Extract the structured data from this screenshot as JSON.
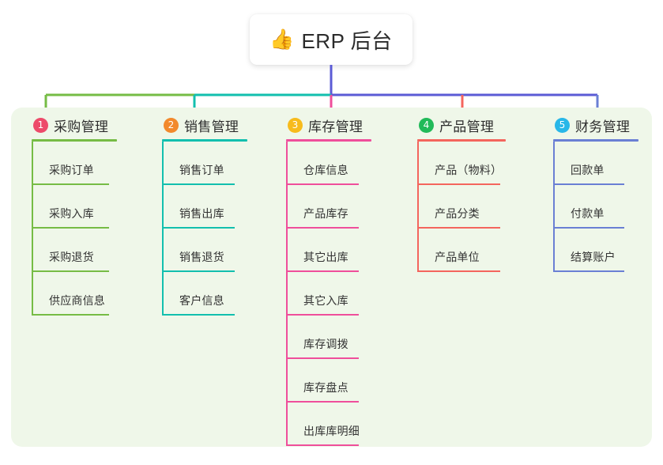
{
  "page": {
    "background_color": "#ffffff",
    "panel_color": "#eff7e9"
  },
  "root": {
    "icon": "thumbs-up-emoji",
    "emoji": "👍",
    "title": "ERP 后台",
    "card_color": "#ffffff",
    "trunk_color": "#5b5bd6"
  },
  "bus": {
    "segments": [
      {
        "color": "#76bc45"
      },
      {
        "color": "#12bfae"
      },
      {
        "color": "#5b5bd6"
      }
    ]
  },
  "columns": [
    {
      "number": "1",
      "title": "采购管理",
      "badge_color": "#ed4a6a",
      "line_color": "#76bc45",
      "items": [
        {
          "label": "采购订单"
        },
        {
          "label": "采购入库"
        },
        {
          "label": "采购退货"
        },
        {
          "label": "供应商信息"
        }
      ]
    },
    {
      "number": "2",
      "title": "销售管理",
      "badge_color": "#f2892c",
      "line_color": "#12bfae",
      "items": [
        {
          "label": "销售订单"
        },
        {
          "label": "销售出库"
        },
        {
          "label": "销售退货"
        },
        {
          "label": "客户信息"
        }
      ]
    },
    {
      "number": "3",
      "title": "库存管理",
      "badge_color": "#f7bb1c",
      "line_color": "#ef4e9b",
      "items": [
        {
          "label": "仓库信息"
        },
        {
          "label": "产品库存"
        },
        {
          "label": "其它出库"
        },
        {
          "label": "其它入库"
        },
        {
          "label": "库存调拨"
        },
        {
          "label": "库存盘点"
        },
        {
          "label": "出库库明细"
        }
      ]
    },
    {
      "number": "4",
      "title": "产品管理",
      "badge_color": "#21ba59",
      "line_color": "#f4655d",
      "items": [
        {
          "label": "产品（物料）"
        },
        {
          "label": "产品分类"
        },
        {
          "label": "产品单位"
        }
      ]
    },
    {
      "number": "5",
      "title": "财务管理",
      "badge_color": "#28b7e8",
      "line_color": "#6a7fd4",
      "items": [
        {
          "label": "回款单"
        },
        {
          "label": "付款单"
        },
        {
          "label": "结算账户"
        }
      ]
    }
  ]
}
